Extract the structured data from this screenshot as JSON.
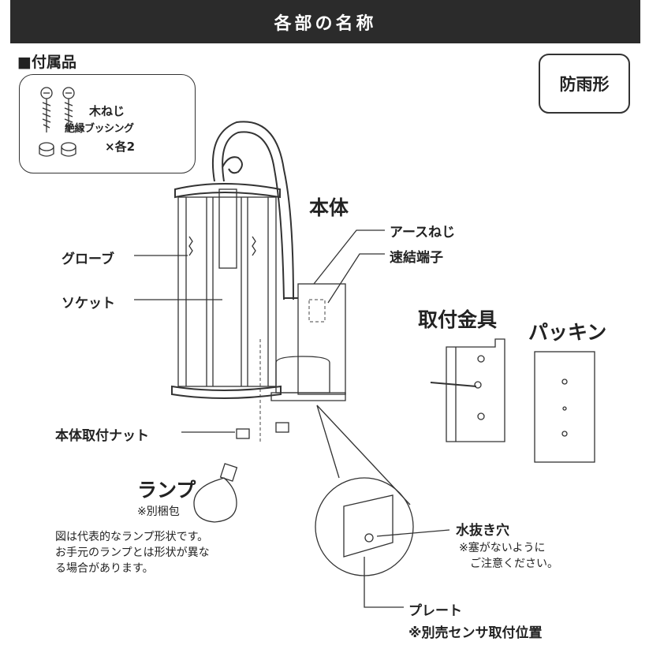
{
  "header": {
    "title": "各部の名称"
  },
  "accessories": {
    "title": "■付属品",
    "line1": "木ねじ",
    "line2": "絶縁ブッシング",
    "line3": "×各2"
  },
  "badge": {
    "text": "防雨形"
  },
  "labels": {
    "body": "本体",
    "earth_screw": "アースねじ",
    "quick_terminal": "速結端子",
    "globe": "グローブ",
    "socket": "ソケット",
    "bracket": "取付金具",
    "packing": "パッキン",
    "body_nut": "本体取付ナット",
    "lamp": "ランプ",
    "lamp_note": "※別梱包",
    "drain_hole": "水抜き穴",
    "drain_note_1": "※塞がないように",
    "drain_note_2": "ご注意ください。",
    "plate": "プレート",
    "plate_note": "※別売センサ取付位置"
  },
  "disclaimer": {
    "line1": "図は代表的なランプ形状です。",
    "line2": "お手元のランプとは形状が異な",
    "line3": "る場合があります。"
  }
}
